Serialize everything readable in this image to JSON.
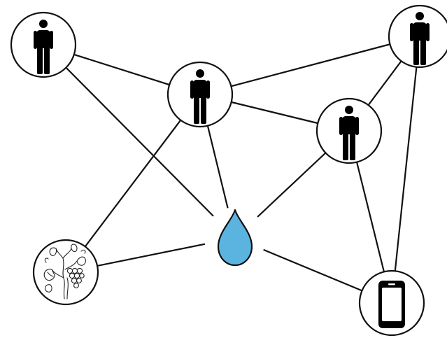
{
  "diagram": {
    "nodes": [
      {
        "id": "person-1",
        "icon": "person-icon"
      },
      {
        "id": "person-2",
        "icon": "person-icon"
      },
      {
        "id": "person-3",
        "icon": "person-icon"
      },
      {
        "id": "person-4",
        "icon": "person-icon"
      },
      {
        "id": "water",
        "icon": "water-drop-icon"
      },
      {
        "id": "vine",
        "icon": "grapevine-icon"
      },
      {
        "id": "phone",
        "icon": "smartphone-icon"
      }
    ],
    "edges": [
      [
        "person-1",
        "person-2"
      ],
      [
        "person-1",
        "water"
      ],
      [
        "person-2",
        "person-4"
      ],
      [
        "person-2",
        "person-3"
      ],
      [
        "person-2",
        "water"
      ],
      [
        "person-2",
        "vine"
      ],
      [
        "person-4",
        "person-3"
      ],
      [
        "person-4",
        "phone"
      ],
      [
        "person-3",
        "water"
      ],
      [
        "person-3",
        "phone"
      ],
      [
        "vine",
        "water"
      ],
      [
        "water",
        "phone"
      ]
    ],
    "colors": {
      "line": "#111111",
      "icon": "#000000",
      "drop_fill": "#5bb4e0",
      "background": "#ffffff"
    }
  }
}
